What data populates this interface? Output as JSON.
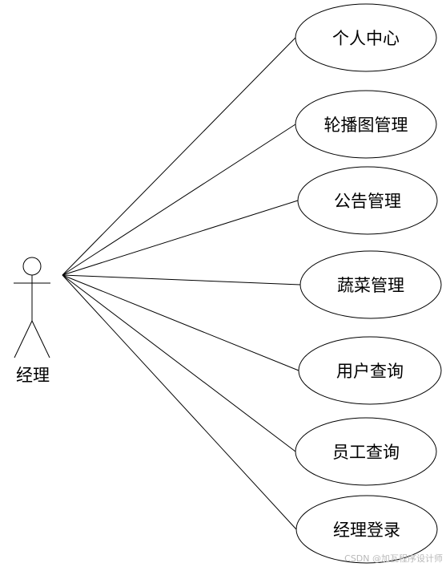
{
  "actor": {
    "label": "经理"
  },
  "use_cases": [
    {
      "label": "个人中心"
    },
    {
      "label": "轮播图管理"
    },
    {
      "label": "公告管理"
    },
    {
      "label": "蔬菜管理"
    },
    {
      "label": "用户查询"
    },
    {
      "label": "员工查询"
    },
    {
      "label": "经理登录"
    }
  ],
  "watermark": "CSDN @加瓦程序设计师",
  "colors": {
    "stroke": "#000000",
    "background": "#ffffff",
    "watermark": "#b9b9b9"
  }
}
